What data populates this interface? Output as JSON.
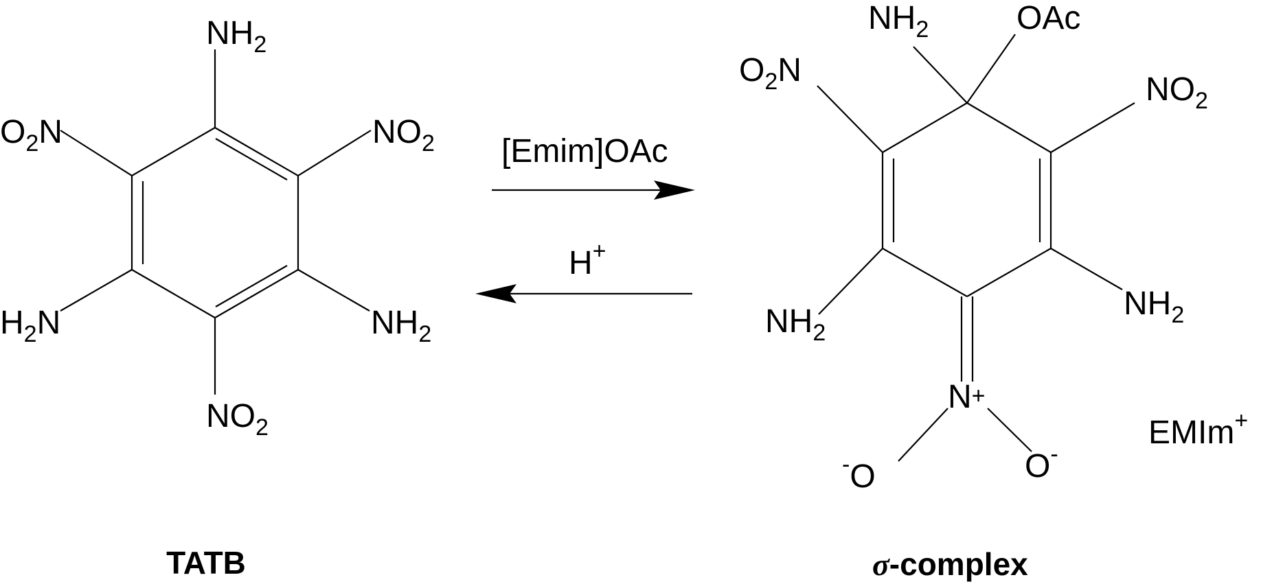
{
  "tatb": {
    "top": {
      "main": "NH",
      "sub": "2"
    },
    "upper_left": {
      "pre": "O",
      "sub": "2",
      "post": "N"
    },
    "upper_right": {
      "main": "NO",
      "sub": "2"
    },
    "lower_left": {
      "pre": "H",
      "sub": "2",
      "post": "N"
    },
    "lower_right": {
      "main": "NH",
      "sub": "2"
    },
    "bottom": {
      "main": "NO",
      "sub": "2"
    },
    "caption": "TATB"
  },
  "forward_arrow": {
    "label": "[Emim]OAc"
  },
  "reverse_arrow": {
    "label": "H",
    "sup": "+"
  },
  "sigma": {
    "top_amine": {
      "main": "NH",
      "sub": "2"
    },
    "top_acetate": {
      "main": "OAc"
    },
    "upper_left": {
      "pre": "O",
      "sub": "2",
      "post": "N"
    },
    "upper_right": {
      "main": "NO",
      "sub": "2"
    },
    "lower_left": {
      "main": "NH",
      "sub": "2"
    },
    "lower_right": {
      "main": "NH",
      "sub": "2"
    },
    "nitro_n": {
      "main": "N",
      "sup": "+"
    },
    "oxygen_left": {
      "sup": "-",
      "main": "O"
    },
    "oxygen_right": {
      "main": "O",
      "sup": "-"
    },
    "counterion": {
      "main": "EMIm",
      "sup": "+"
    },
    "caption_symbol": "σ",
    "caption_text": "-complex"
  }
}
